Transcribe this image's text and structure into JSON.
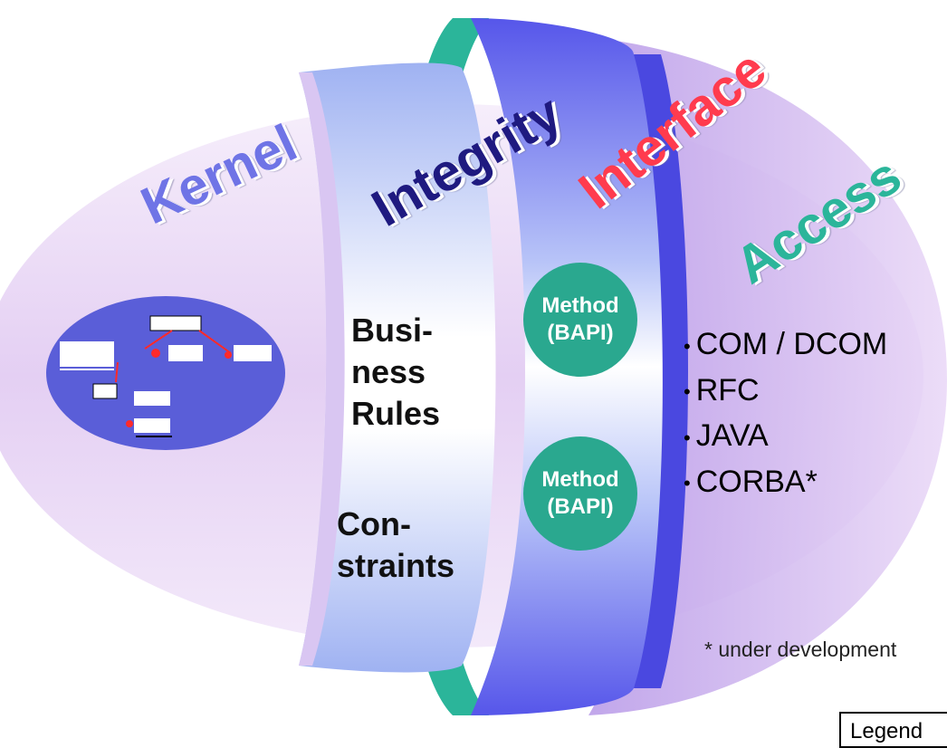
{
  "layers": {
    "kernel": {
      "title": "Kernel",
      "color": "#6f74e6"
    },
    "integrity": {
      "title": "Integrity",
      "color": "#1f1a80"
    },
    "interface": {
      "title": "Interface",
      "color": "#ff3b4e"
    },
    "access": {
      "title": "Access",
      "color": "#2bb59a"
    }
  },
  "integrity_items": {
    "business_rules": [
      "Busi-",
      "ness",
      "Rules"
    ],
    "constraints": [
      "Con-",
      "straints"
    ]
  },
  "methods": [
    {
      "line1": "Method",
      "line2": "(BAPI)"
    },
    {
      "line1": "Method",
      "line2": "(BAPI)"
    }
  ],
  "access_protocols": [
    "COM / DCOM",
    "RFC",
    "JAVA",
    "CORBA*"
  ],
  "bullet_glyph": "•",
  "footnote": "* under development",
  "legend_label": "Legend",
  "colors": {
    "outer_lens": "#e9d8f4",
    "kernel_disc": "#5a5ed8",
    "integrity_band": "#b5c4f6",
    "interface_band": "#6a5ef0",
    "interface_edge": "#2bb59a",
    "access_band": "#cdb3f0",
    "method_circle": "#2aa88f"
  }
}
